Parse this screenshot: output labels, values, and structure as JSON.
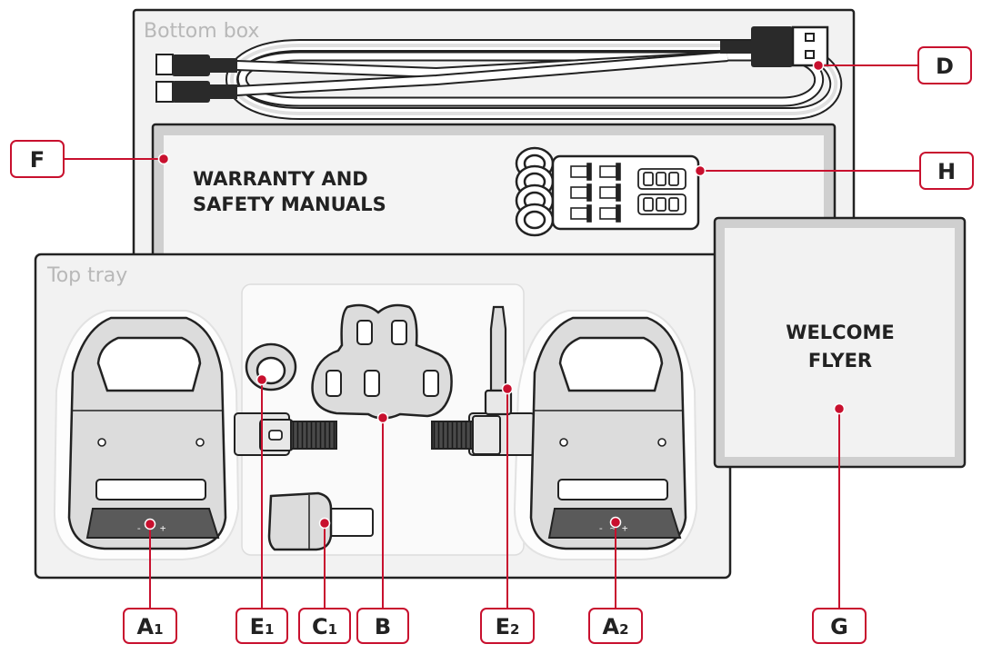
{
  "colors": {
    "accent": "#c8102e",
    "outline": "#222222",
    "label_gray": "#b8b8b8",
    "part_fill": "#dcdcdc",
    "part_dark": "#5a5a5a"
  },
  "boxes": {
    "bottom_box_label": "Bottom box",
    "top_tray_label": "Top tray"
  },
  "manuals": {
    "line1": "WARRANTY AND",
    "line2": "SAFETY MANUALS"
  },
  "flyer": {
    "line1": "WELCOME",
    "line2": "FLYER"
  },
  "callouts": {
    "A1": {
      "letter": "A",
      "sub": "1"
    },
    "E1": {
      "letter": "E",
      "sub": "1"
    },
    "C1": {
      "letter": "C",
      "sub": "1"
    },
    "B": {
      "letter": "B",
      "sub": ""
    },
    "E2": {
      "letter": "E",
      "sub": "2"
    },
    "A2": {
      "letter": "A",
      "sub": "2"
    },
    "G": {
      "letter": "G",
      "sub": ""
    },
    "D": {
      "letter": "D",
      "sub": ""
    },
    "F": {
      "letter": "F",
      "sub": ""
    },
    "H": {
      "letter": "H",
      "sub": ""
    }
  }
}
